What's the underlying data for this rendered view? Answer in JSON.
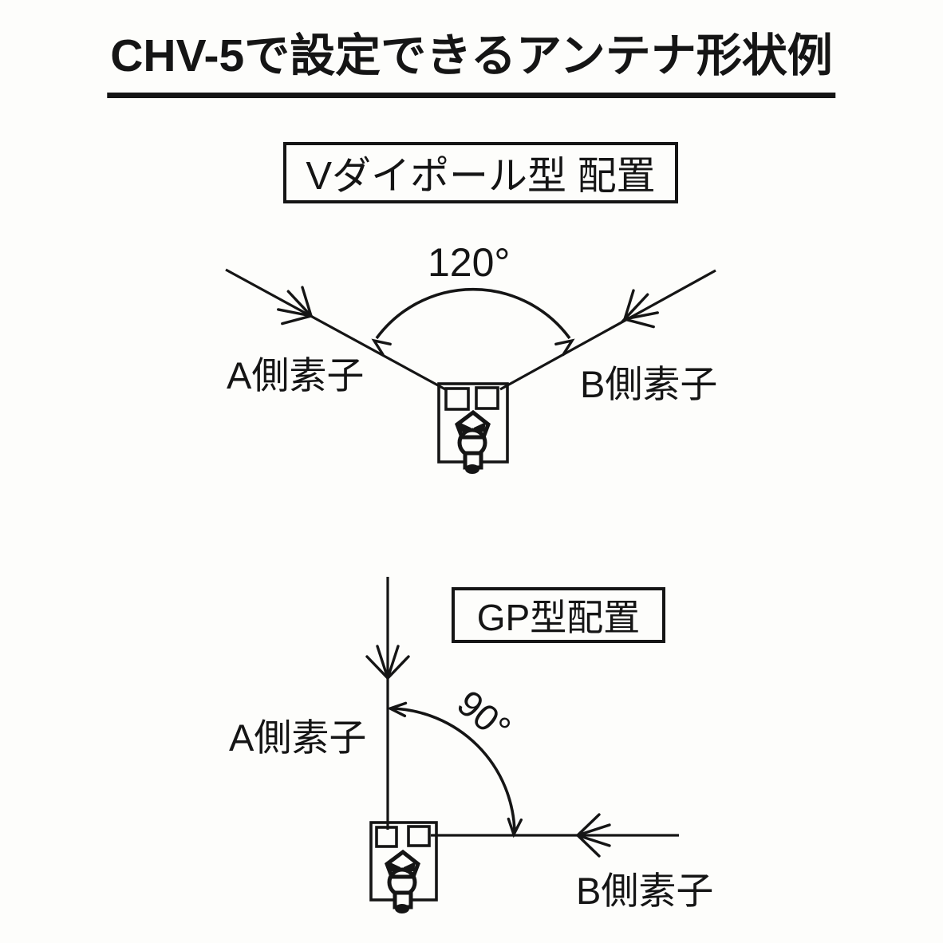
{
  "page": {
    "background": "#fdfdfb",
    "ink": "#151515"
  },
  "title": {
    "text": "CHV-5で設定できるアンテナ形状例"
  },
  "diagrams": {
    "v_dipole": {
      "label": "Vダイポール型 配置",
      "angle": "120°",
      "element_a": "A側素子",
      "element_b": "B側素子"
    },
    "gp": {
      "label": "GP型配置",
      "angle": "90°",
      "element_a": "A側素子",
      "element_b": "B側素子"
    }
  },
  "icons": {
    "coax_connector": "coax-connector-icon",
    "double_chevron_arrow": "double-chevron-arrow-icon",
    "arc_arrow": "arc-arrowhead-icon"
  }
}
